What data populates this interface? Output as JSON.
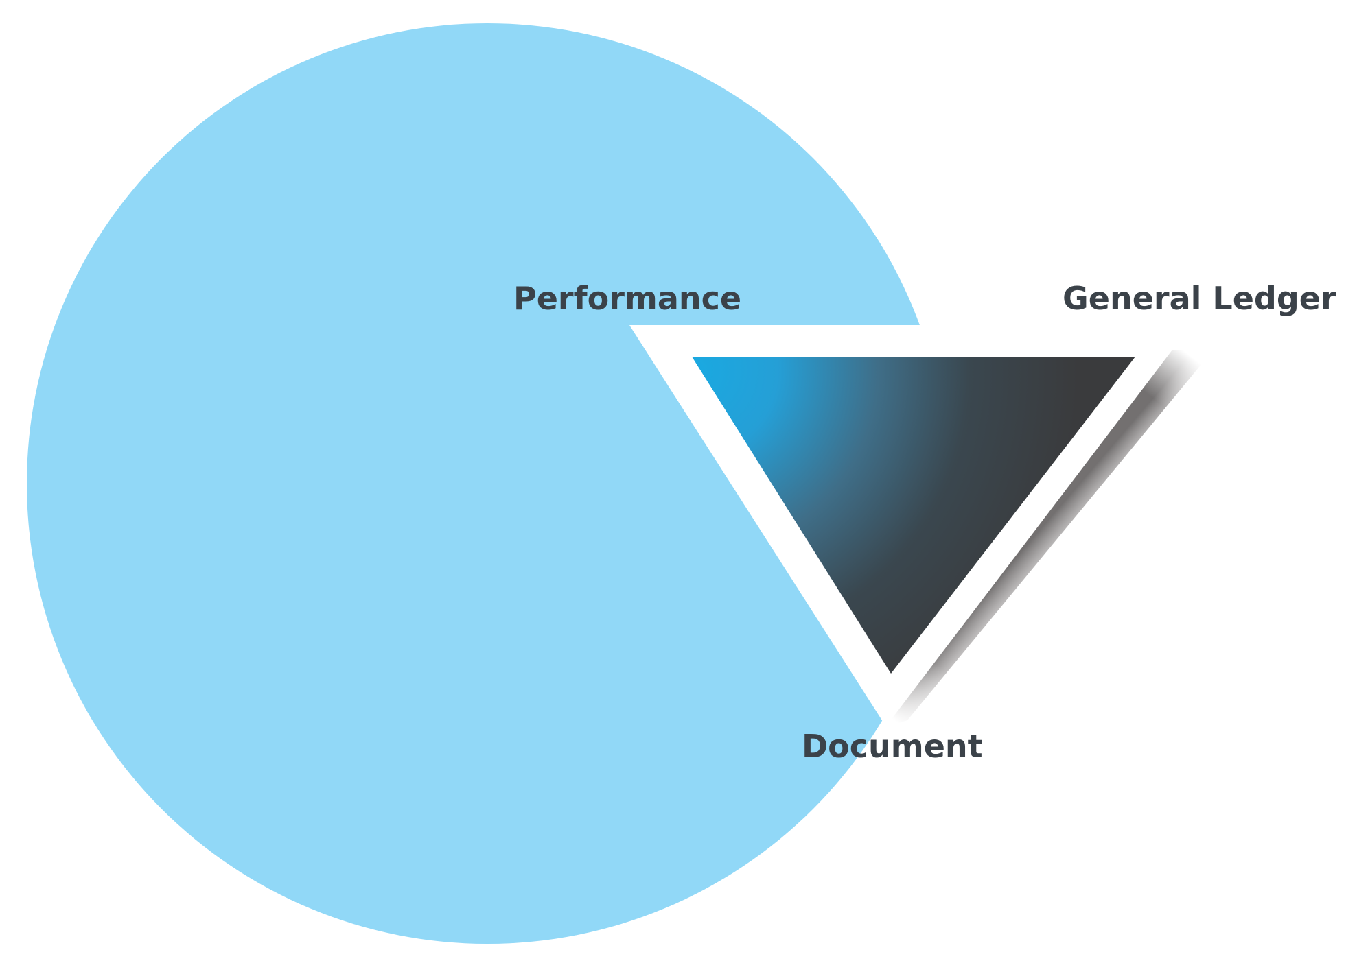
{
  "diagram": {
    "labels": {
      "top_left": "Performance",
      "top_right": "General Ledger",
      "bottom": "Document"
    },
    "colors": {
      "circle": "#91d8f7",
      "triangle_blue": "#1aa9e1",
      "triangle_dark": "#3a3b3d",
      "label_text": "#3b4249",
      "cutout": "#ffffff"
    }
  }
}
